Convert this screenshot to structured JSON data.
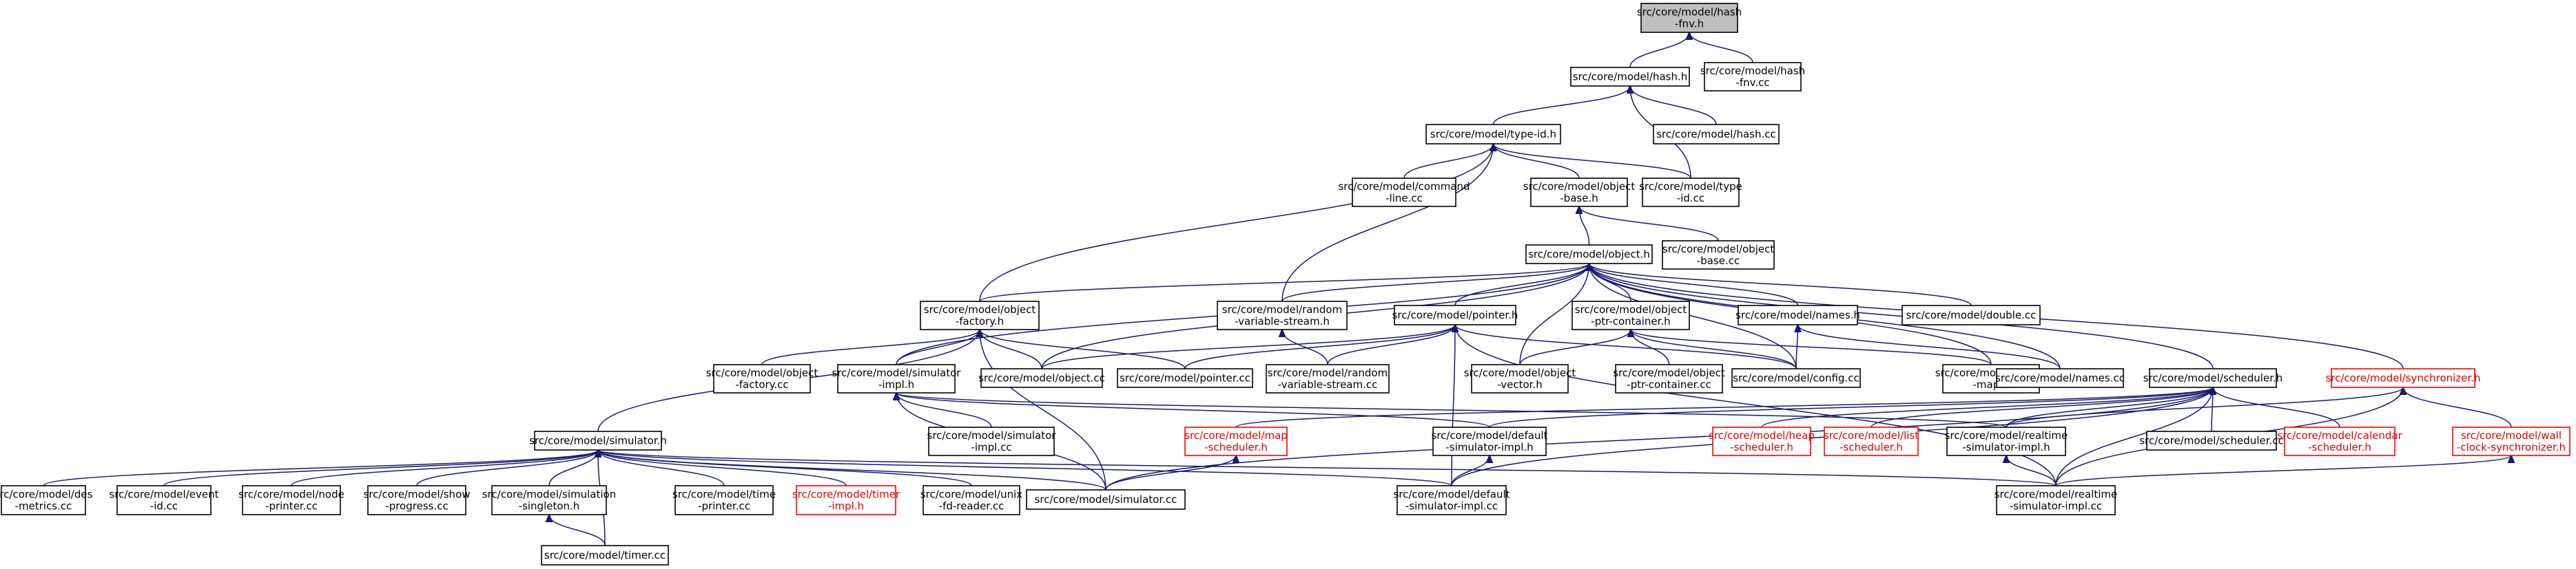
{
  "graph": {
    "nodes": [
      {
        "id": "hash-fnv-h",
        "lines": [
          "src/core/model/hash",
          "-fnv.h"
        ],
        "kind": "root"
      },
      {
        "id": "hash-h",
        "lines": [
          "src/core/model/hash.h"
        ]
      },
      {
        "id": "hash-fnv-cc",
        "lines": [
          "src/core/model/hash",
          "-fnv.cc"
        ]
      },
      {
        "id": "type-id-h",
        "lines": [
          "src/core/model/type-id.h"
        ]
      },
      {
        "id": "hash-cc",
        "lines": [
          "src/core/model/hash.cc"
        ]
      },
      {
        "id": "command-line-cc",
        "lines": [
          "src/core/model/command",
          "-line.cc"
        ]
      },
      {
        "id": "object-base-h",
        "lines": [
          "src/core/model/object",
          "-base.h"
        ]
      },
      {
        "id": "type-id-cc",
        "lines": [
          "src/core/model/type",
          "-id.cc"
        ]
      },
      {
        "id": "object-h",
        "lines": [
          "src/core/model/object.h"
        ]
      },
      {
        "id": "object-base-cc",
        "lines": [
          "src/core/model/object",
          "-base.cc"
        ]
      },
      {
        "id": "object-factory-h",
        "lines": [
          "src/core/model/object",
          "-factory.h"
        ]
      },
      {
        "id": "random-variable-stream-h",
        "lines": [
          "src/core/model/random",
          "-variable-stream.h"
        ]
      },
      {
        "id": "pointer-h",
        "lines": [
          "src/core/model/pointer.h"
        ]
      },
      {
        "id": "object-ptr-container-h",
        "lines": [
          "src/core/model/object",
          "-ptr-container.h"
        ]
      },
      {
        "id": "names-h",
        "lines": [
          "src/core/model/names.h"
        ]
      },
      {
        "id": "double-cc",
        "lines": [
          "src/core/model/double.cc"
        ]
      },
      {
        "id": "object-factory-cc",
        "lines": [
          "src/core/model/object",
          "-factory.cc"
        ]
      },
      {
        "id": "simulator-impl-h",
        "lines": [
          "src/core/model/simulator",
          "-impl.h"
        ]
      },
      {
        "id": "object-cc",
        "lines": [
          "src/core/model/object.cc"
        ]
      },
      {
        "id": "pointer-cc",
        "lines": [
          "src/core/model/pointer.cc"
        ]
      },
      {
        "id": "random-variable-stream-cc",
        "lines": [
          "src/core/model/random",
          "-variable-stream.cc"
        ]
      },
      {
        "id": "object-vector-h",
        "lines": [
          "src/core/model/object",
          "-vector.h"
        ]
      },
      {
        "id": "object-ptr-container-cc",
        "lines": [
          "src/core/model/object",
          "-ptr-container.cc"
        ]
      },
      {
        "id": "config-cc",
        "lines": [
          "src/core/model/config.cc"
        ]
      },
      {
        "id": "object-map-h",
        "lines": [
          "src/core/model/object",
          "-map.h"
        ]
      },
      {
        "id": "names-cc",
        "lines": [
          "src/core/model/names.cc"
        ]
      },
      {
        "id": "scheduler-h",
        "lines": [
          "src/core/model/scheduler.h"
        ]
      },
      {
        "id": "synchronizer-h",
        "lines": [
          "src/core/model/synchronizer.h"
        ],
        "kind": "red"
      },
      {
        "id": "simulator-impl-cc",
        "lines": [
          "src/core/model/simulator",
          "-impl.cc"
        ]
      },
      {
        "id": "map-scheduler-h",
        "lines": [
          "src/core/model/map",
          "-scheduler.h"
        ],
        "kind": "red"
      },
      {
        "id": "default-simulator-impl-h",
        "lines": [
          "src/core/model/default",
          "-simulator-impl.h"
        ]
      },
      {
        "id": "heap-scheduler-h",
        "lines": [
          "src/core/model/heap",
          "-scheduler.h"
        ],
        "kind": "red"
      },
      {
        "id": "list-scheduler-h",
        "lines": [
          "src/core/model/list",
          "-scheduler.h"
        ],
        "kind": "red"
      },
      {
        "id": "realtime-simulator-impl-h",
        "lines": [
          "src/core/model/realtime",
          "-simulator-impl.h"
        ]
      },
      {
        "id": "scheduler-cc",
        "lines": [
          "src/core/model/scheduler.cc"
        ]
      },
      {
        "id": "calendar-scheduler-h",
        "lines": [
          "src/core/model/calendar",
          "-scheduler.h"
        ],
        "kind": "red"
      },
      {
        "id": "wall-clock-synchronizer-h",
        "lines": [
          "src/core/model/wall",
          "-clock-synchronizer.h"
        ],
        "kind": "red"
      },
      {
        "id": "simulator-h",
        "lines": [
          "src/core/model/simulator.h"
        ]
      },
      {
        "id": "des-metrics-cc",
        "lines": [
          "src/core/model/des",
          "-metrics.cc"
        ]
      },
      {
        "id": "event-id-cc",
        "lines": [
          "src/core/model/event",
          "-id.cc"
        ]
      },
      {
        "id": "node-printer-cc",
        "lines": [
          "src/core/model/node",
          "-printer.cc"
        ]
      },
      {
        "id": "show-progress-cc",
        "lines": [
          "src/core/model/show",
          "-progress.cc"
        ]
      },
      {
        "id": "simulation-singleton-h",
        "lines": [
          "src/core/model/simulation",
          "-singleton.h"
        ]
      },
      {
        "id": "time-printer-cc",
        "lines": [
          "src/core/model/time",
          "-printer.cc"
        ]
      },
      {
        "id": "timer-impl-h",
        "lines": [
          "src/core/model/timer",
          "-impl.h"
        ],
        "kind": "red"
      },
      {
        "id": "unix-fd-reader-cc",
        "lines": [
          "src/core/model/unix",
          "-fd-reader.cc"
        ]
      },
      {
        "id": "simulator-cc",
        "lines": [
          "src/core/model/simulator.cc"
        ]
      },
      {
        "id": "default-simulator-impl-cc",
        "lines": [
          "src/core/model/default",
          "-simulator-impl.cc"
        ]
      },
      {
        "id": "realtime-simulator-impl-cc",
        "lines": [
          "src/core/model/realtime",
          "-simulator-impl.cc"
        ]
      },
      {
        "id": "timer-cc",
        "lines": [
          "src/core/model/timer.cc"
        ]
      }
    ],
    "edges": [
      [
        "hash-fnv-h",
        "hash-h"
      ],
      [
        "hash-fnv-h",
        "hash-fnv-cc"
      ],
      [
        "hash-h",
        "type-id-h"
      ],
      [
        "hash-h",
        "hash-cc"
      ],
      [
        "hash-h",
        "type-id-cc"
      ],
      [
        "type-id-h",
        "command-line-cc"
      ],
      [
        "type-id-h",
        "object-base-h"
      ],
      [
        "type-id-h",
        "type-id-cc"
      ],
      [
        "type-id-h",
        "object-factory-h"
      ],
      [
        "type-id-h",
        "random-variable-stream-h"
      ],
      [
        "object-base-h",
        "object-h"
      ],
      [
        "object-base-h",
        "object-base-cc"
      ],
      [
        "object-h",
        "object-factory-h"
      ],
      [
        "object-h",
        "random-variable-stream-h"
      ],
      [
        "object-h",
        "pointer-h"
      ],
      [
        "object-h",
        "object-ptr-container-h"
      ],
      [
        "object-h",
        "names-h"
      ],
      [
        "object-h",
        "double-cc"
      ],
      [
        "object-h",
        "scheduler-h"
      ],
      [
        "object-h",
        "synchronizer-h"
      ],
      [
        "object-h",
        "simulator-impl-h"
      ],
      [
        "object-h",
        "object-cc"
      ],
      [
        "object-h",
        "object-vector-h"
      ],
      [
        "object-h",
        "config-cc"
      ],
      [
        "object-h",
        "object-map-h"
      ],
      [
        "object-h",
        "names-cc"
      ],
      [
        "object-factory-h",
        "object-factory-cc"
      ],
      [
        "object-factory-h",
        "simulator-impl-h"
      ],
      [
        "object-factory-h",
        "object-cc"
      ],
      [
        "object-factory-h",
        "pointer-cc"
      ],
      [
        "object-factory-h",
        "simulator-h"
      ],
      [
        "object-factory-h",
        "simulator-cc"
      ],
      [
        "random-variable-stream-h",
        "random-variable-stream-cc"
      ],
      [
        "pointer-h",
        "object-cc"
      ],
      [
        "pointer-h",
        "pointer-cc"
      ],
      [
        "pointer-h",
        "random-variable-stream-cc"
      ],
      [
        "pointer-h",
        "config-cc"
      ],
      [
        "pointer-h",
        "default-simulator-impl-cc"
      ],
      [
        "pointer-h",
        "realtime-simulator-impl-cc"
      ],
      [
        "object-ptr-container-h",
        "object-vector-h"
      ],
      [
        "object-ptr-container-h",
        "object-ptr-container-cc"
      ],
      [
        "object-ptr-container-h",
        "config-cc"
      ],
      [
        "object-ptr-container-h",
        "object-map-h"
      ],
      [
        "names-h",
        "config-cc"
      ],
      [
        "names-h",
        "names-cc"
      ],
      [
        "simulator-impl-h",
        "simulator-impl-cc"
      ],
      [
        "simulator-impl-h",
        "default-simulator-impl-h"
      ],
      [
        "simulator-impl-h",
        "realtime-simulator-impl-h"
      ],
      [
        "simulator-impl-h",
        "simulator-cc"
      ],
      [
        "scheduler-h",
        "map-scheduler-h"
      ],
      [
        "scheduler-h",
        "default-simulator-impl-h"
      ],
      [
        "scheduler-h",
        "heap-scheduler-h"
      ],
      [
        "scheduler-h",
        "list-scheduler-h"
      ],
      [
        "scheduler-h",
        "realtime-simulator-impl-h"
      ],
      [
        "scheduler-h",
        "scheduler-cc"
      ],
      [
        "scheduler-h",
        "calendar-scheduler-h"
      ],
      [
        "scheduler-h",
        "simulator-cc"
      ],
      [
        "scheduler-h",
        "default-simulator-impl-cc"
      ],
      [
        "scheduler-h",
        "realtime-simulator-impl-cc"
      ],
      [
        "synchronizer-h",
        "realtime-simulator-impl-h"
      ],
      [
        "synchronizer-h",
        "wall-clock-synchronizer-h"
      ],
      [
        "synchronizer-h",
        "realtime-simulator-impl-cc"
      ],
      [
        "map-scheduler-h",
        "simulator-cc"
      ],
      [
        "default-simulator-impl-h",
        "default-simulator-impl-cc"
      ],
      [
        "realtime-simulator-impl-h",
        "realtime-simulator-impl-cc"
      ],
      [
        "wall-clock-synchronizer-h",
        "realtime-simulator-impl-cc"
      ],
      [
        "simulator-h",
        "des-metrics-cc"
      ],
      [
        "simulator-h",
        "event-id-cc"
      ],
      [
        "simulator-h",
        "node-printer-cc"
      ],
      [
        "simulator-h",
        "show-progress-cc"
      ],
      [
        "simulator-h",
        "simulation-singleton-h"
      ],
      [
        "simulator-h",
        "time-printer-cc"
      ],
      [
        "simulator-h",
        "timer-impl-h"
      ],
      [
        "simulator-h",
        "unix-fd-reader-cc"
      ],
      [
        "simulator-h",
        "simulator-cc"
      ],
      [
        "simulator-h",
        "default-simulator-impl-cc"
      ],
      [
        "simulator-h",
        "realtime-simulator-impl-cc"
      ],
      [
        "simulator-h",
        "timer-cc"
      ],
      [
        "simulation-singleton-h",
        "timer-cc"
      ]
    ]
  }
}
